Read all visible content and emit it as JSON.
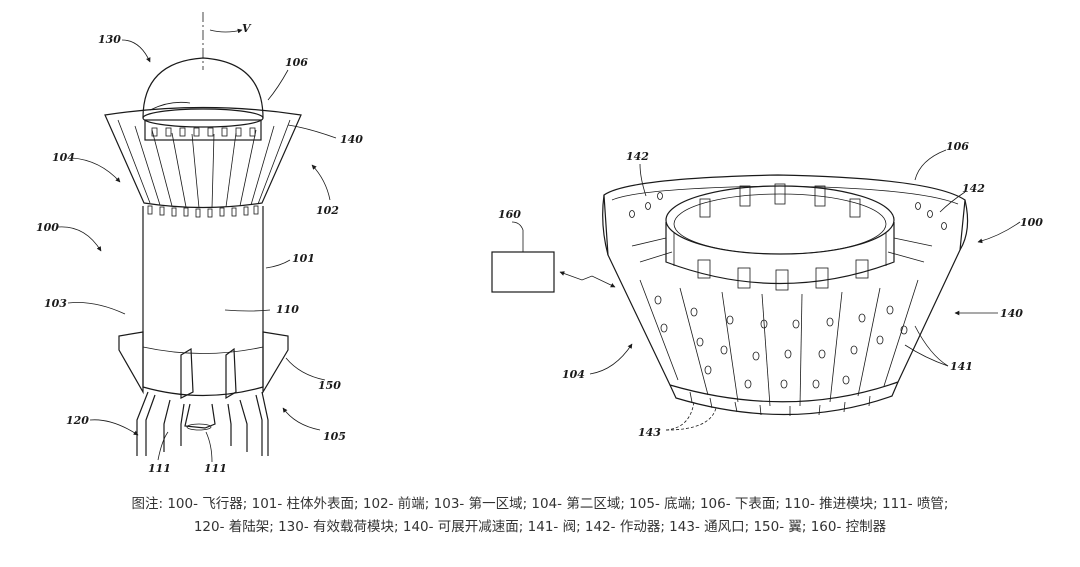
{
  "labels": {
    "r130": "130",
    "rV": "V",
    "r106a": "106",
    "r140a": "140",
    "r104a": "104",
    "r102": "102",
    "r100a": "100",
    "r101": "101",
    "r103": "103",
    "r110": "110",
    "r150": "150",
    "r120": "120",
    "r105": "105",
    "r111a": "111",
    "r111b": "111",
    "r160": "160",
    "r142a": "142",
    "r106b": "106",
    "r142b": "142",
    "r100b": "100",
    "r140b": "140",
    "r141": "141",
    "r104b": "104",
    "r143": "143"
  },
  "caption": {
    "line1": "图注: 100- 飞行器; 101- 柱体外表面; 102- 前端; 103- 第一区域; 104- 第二区域; 105- 底端; 106- 下表面; 110- 推进模块; 111- 喷管;",
    "line2": "120- 着陆架; 130- 有效载荷模块; 140- 可展开减速面; 141- 阀; 142- 作动器; 143- 通风口; 150- 翼; 160- 控制器"
  }
}
